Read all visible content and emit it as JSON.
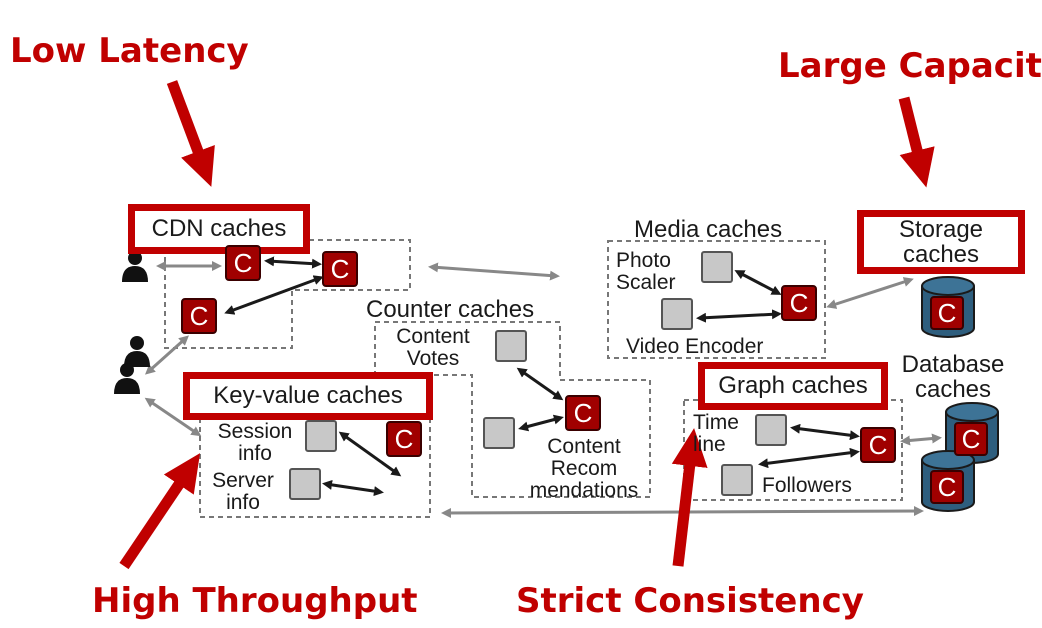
{
  "headlines": {
    "low_latency": "Low Latency",
    "large_capacity": "Large Capacity",
    "high_throughput": "High Throughput",
    "strict_consistency": "Strict Consistency"
  },
  "boxes": {
    "cdn": "CDN caches",
    "storage": "Storage caches",
    "key_value": "Key-value caches",
    "graph": "Graph caches"
  },
  "labels": {
    "media_caches": "Media caches",
    "counter_caches": "Counter caches",
    "database_caches": "Database caches",
    "photo_scaler": "Photo Scaler",
    "video_encoder": "Video Encoder",
    "content_votes": "Content Votes",
    "content_recommendations": "Content Recom mendations",
    "session_info": "Session info",
    "server_info": "Server info",
    "time_line": "Time line",
    "followers": "Followers"
  },
  "cache_symbol": "C",
  "colors": {
    "accent_red": "#c00000",
    "cache_red": "#a00000",
    "db_blue": "#2e5e7e",
    "gray_box": "#c8c8c8"
  }
}
